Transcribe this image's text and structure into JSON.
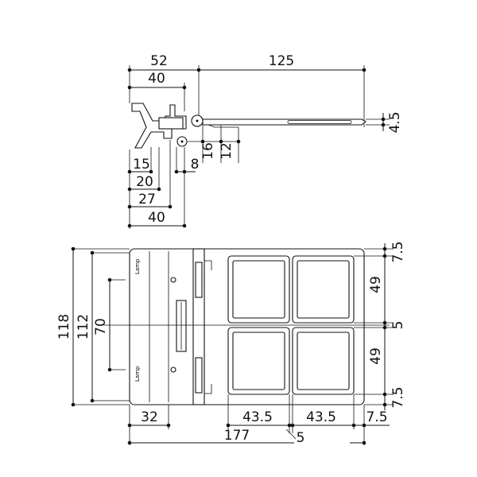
{
  "diagram": {
    "top_view": {
      "width_52": "52",
      "width_40": "40",
      "length_125": "125",
      "thickness": "4.5",
      "h_16": "16",
      "h_12": "12",
      "w_15": "15",
      "w_8": "8",
      "w_20": "20",
      "w_27": "27",
      "w_40b": "40"
    },
    "plan_view": {
      "height_118": "118",
      "height_112": "112",
      "height_70": "70",
      "right_7_5_top": "7.5",
      "right_49_top": "49",
      "right_5_mid": "5",
      "right_49_bottom": "49",
      "right_7_5_bottom": "7.5",
      "bottom_32": "32",
      "bottom_43_5_a": "43.5",
      "bottom_43_5_b": "43.5",
      "bottom_7_5": "7.5",
      "bottom_177": "177",
      "bottom_5": "5",
      "stamp_text": "Lamp"
    }
  }
}
